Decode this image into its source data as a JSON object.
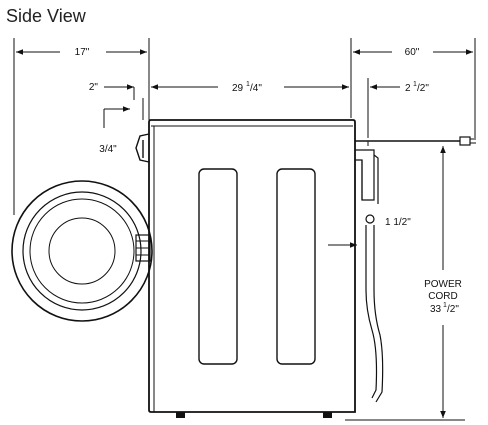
{
  "title": "Side View",
  "dims": {
    "d17": "17\"",
    "d60": "60\"",
    "d2": "2\"",
    "d29_whole": "29",
    "d29_frac": "1",
    "d29_tail": "/4\"",
    "d2half_whole": "2",
    "d2half_frac": "1",
    "d2half_tail": "/2\"",
    "d34": "3/4\"",
    "d1half": "1 1/2\"",
    "cord_line1": "POWER",
    "cord_line2": "CORD",
    "cord_whole": "33",
    "cord_frac": "1",
    "cord_tail": "/2\""
  }
}
